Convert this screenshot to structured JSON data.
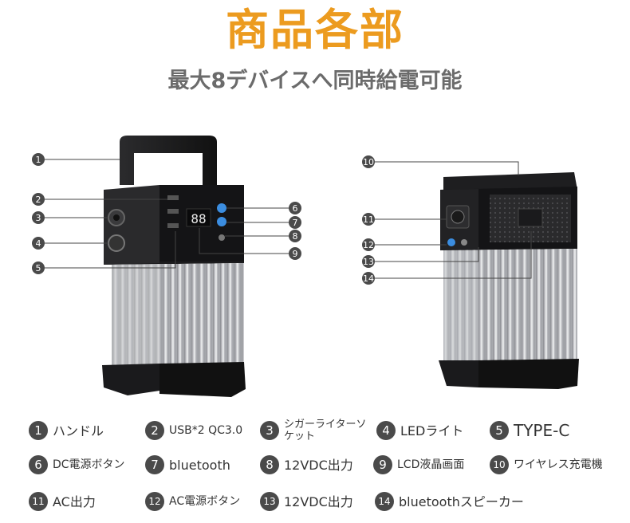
{
  "header": {
    "title": "商品各部",
    "subtitle": "最大8デバイスへ同時給電可能"
  },
  "parts": [
    {
      "num": "1",
      "label": "ハンドル"
    },
    {
      "num": "2",
      "label": "USB*2 QC3.0"
    },
    {
      "num": "3",
      "label": "シガーライターソケット"
    },
    {
      "num": "4",
      "label": "LEDライト"
    },
    {
      "num": "5",
      "label": "TYPE-C"
    },
    {
      "num": "6",
      "label": "DC電源ボタン"
    },
    {
      "num": "7",
      "label": "bluetooth"
    },
    {
      "num": "8",
      "label": "12VDC出力"
    },
    {
      "num": "9",
      "label": "LCD液晶画面"
    },
    {
      "num": "10",
      "label": "ワイヤレス充電機"
    },
    {
      "num": "11",
      "label": "AC出力"
    },
    {
      "num": "12",
      "label": "AC電源ボタン"
    },
    {
      "num": "13",
      "label": "12VDC出力"
    },
    {
      "num": "14",
      "label": "bluetoothスピーカー"
    }
  ],
  "lcd": {
    "reading": "88"
  }
}
